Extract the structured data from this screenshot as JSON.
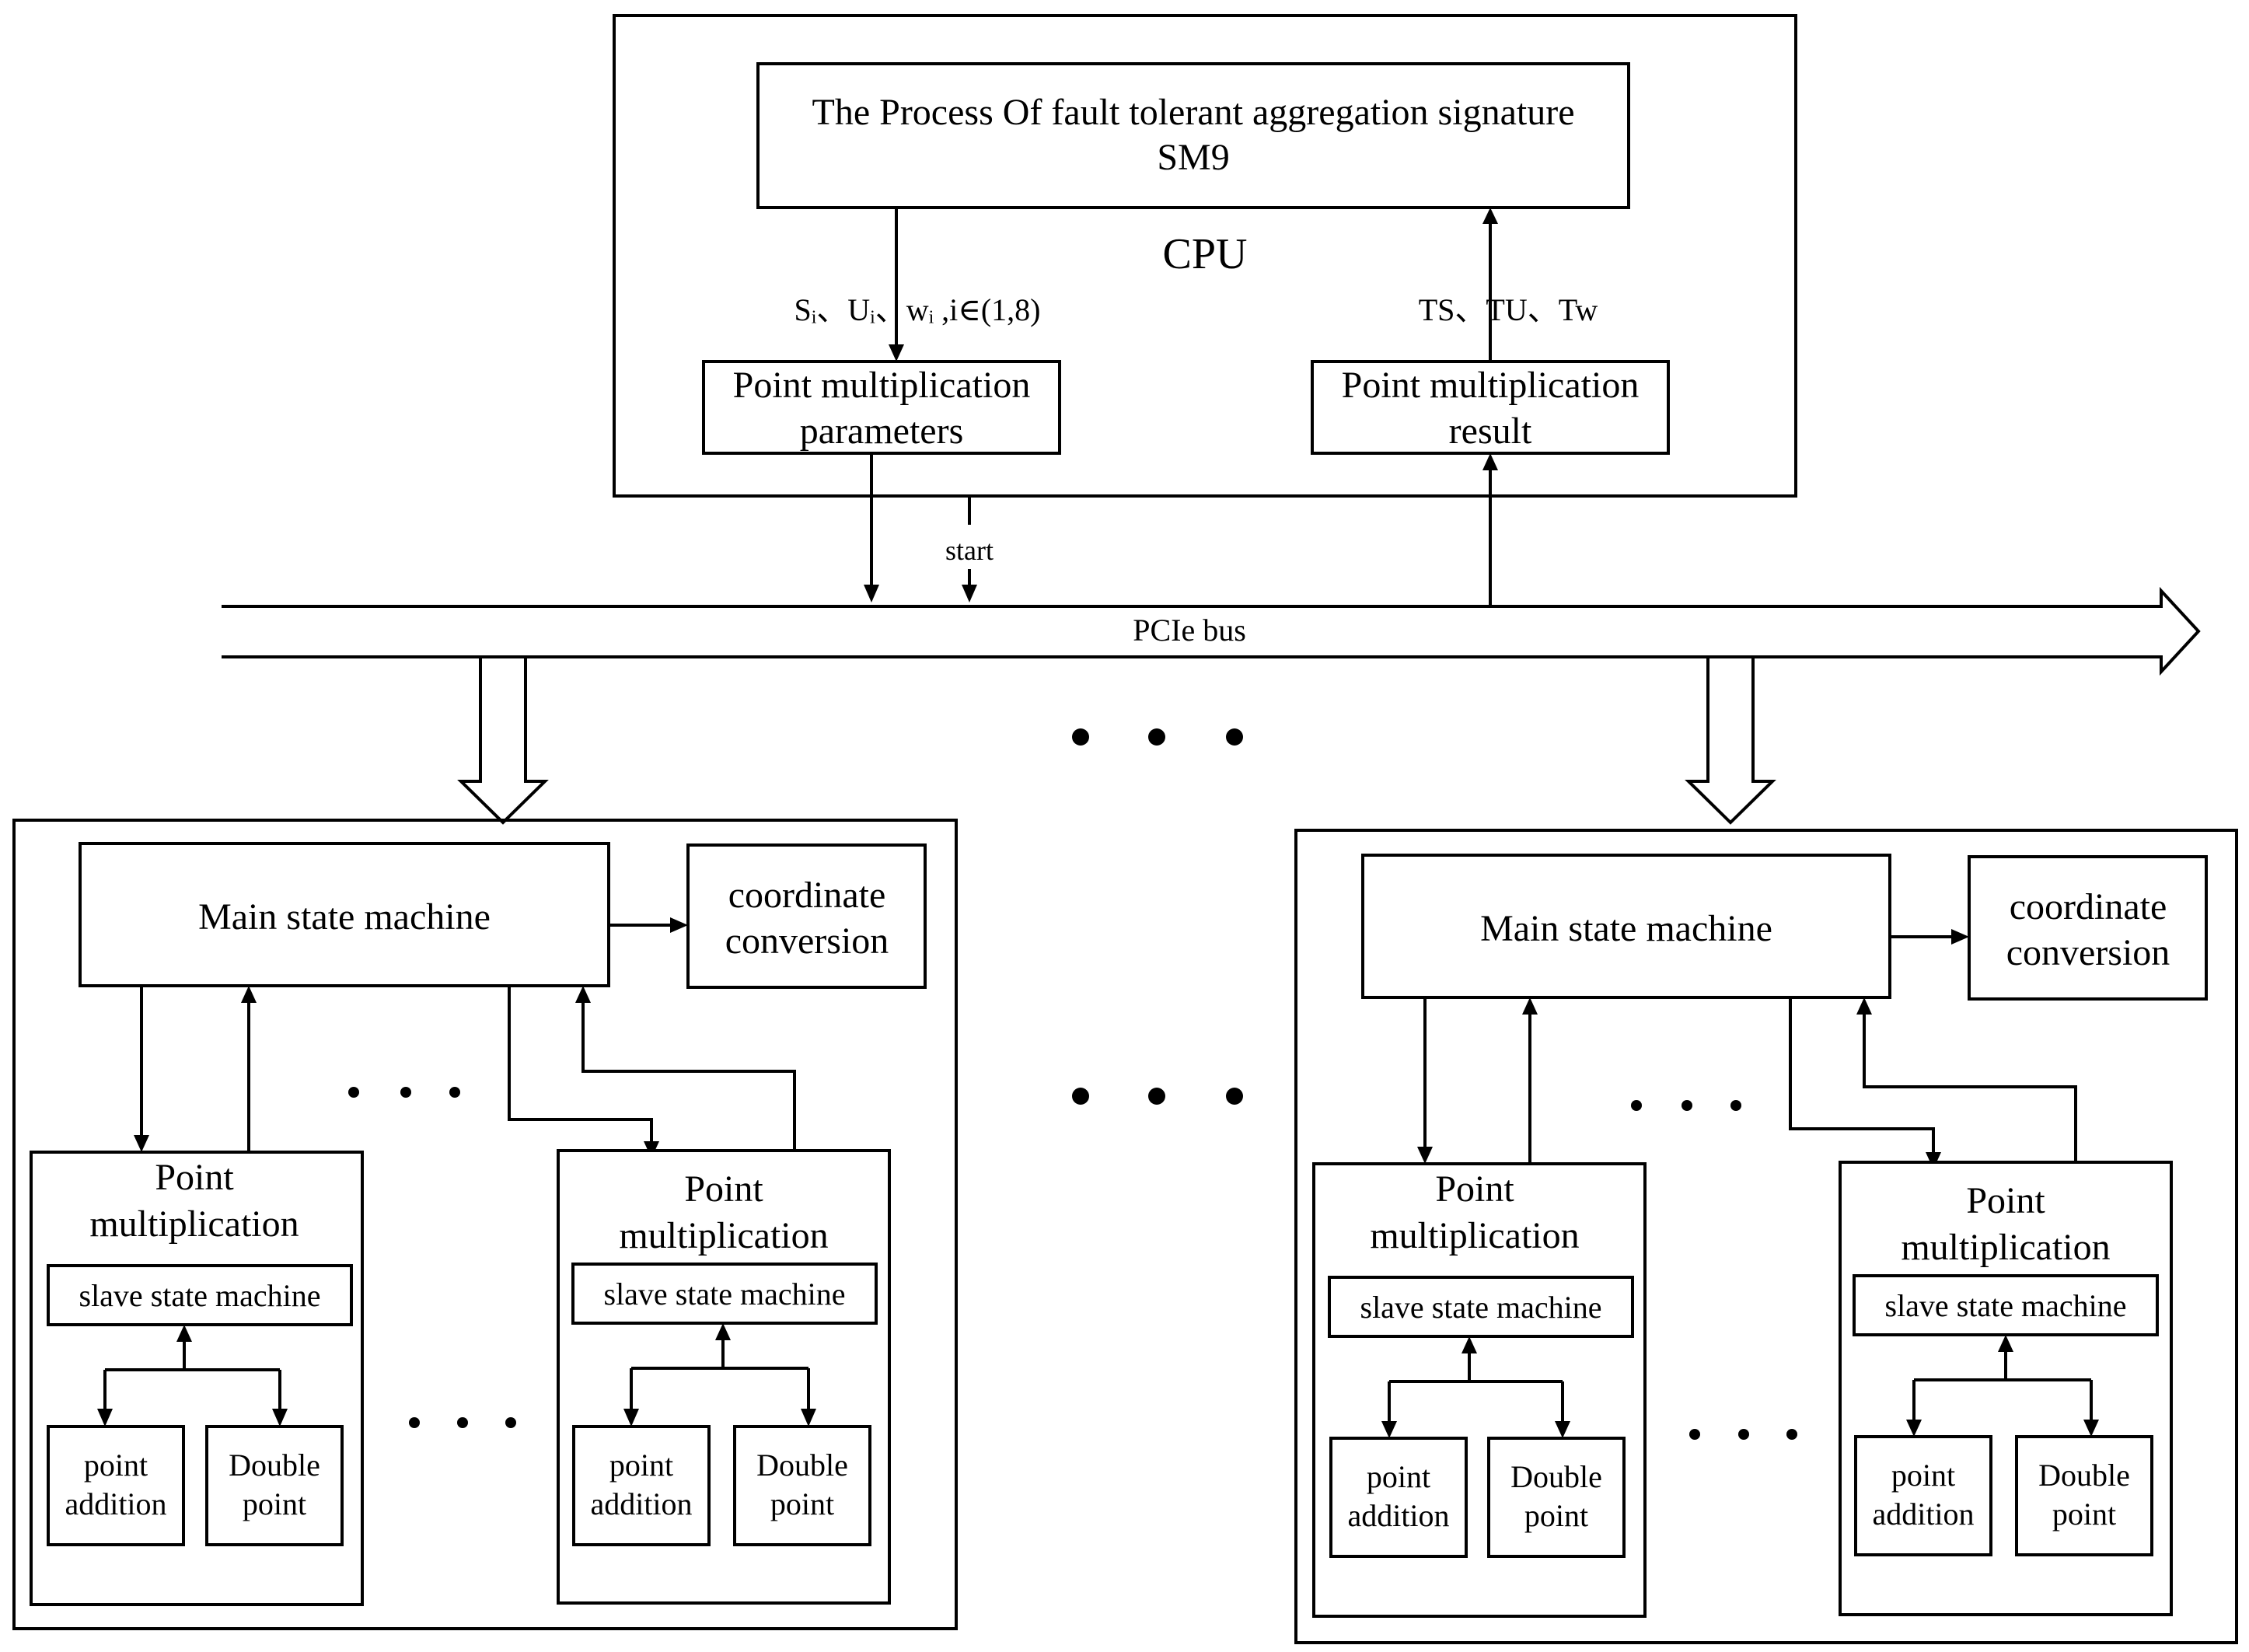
{
  "top": {
    "process_line1": "The Process Of fault tolerant aggregation signature",
    "process_line2": "SM9",
    "cpu_label": "CPU",
    "params_inputs": "Sᵢ、Uᵢ、wᵢ ,i∈(1,8)",
    "result_outputs": "TS、TU、Tw",
    "params_line1": "Point multiplication",
    "params_line2": "parameters",
    "result_line1": "Point multiplication",
    "result_line2": "result",
    "start_label": "start"
  },
  "bus": {
    "label": "PCIe bus"
  },
  "fpga_units": [
    {
      "main_sm": "Main state machine",
      "coord_line1": "coordinate",
      "coord_line2": "conversion",
      "pm_units": [
        {
          "title_line1": "Point",
          "title_line2": "multiplication",
          "slave_sm": "slave state machine",
          "add_line1": "point",
          "add_line2": "addition",
          "dbl_line1": "Double",
          "dbl_line2": "point"
        },
        {
          "title_line1": "Point",
          "title_line2": "multiplication",
          "slave_sm": "slave state machine",
          "add_line1": "point",
          "add_line2": "addition",
          "dbl_line1": "Double",
          "dbl_line2": "point"
        }
      ]
    },
    {
      "main_sm": "Main state machine",
      "coord_line1": "coordinate",
      "coord_line2": "conversion",
      "pm_units": [
        {
          "title_line1": "Point",
          "title_line2": "multiplication",
          "slave_sm": "slave state machine",
          "add_line1": "point",
          "add_line2": "addition",
          "dbl_line1": "Double",
          "dbl_line2": "point"
        },
        {
          "title_line1": "Point",
          "title_line2": "multiplication",
          "slave_sm": "slave state machine",
          "add_line1": "point",
          "add_line2": "addition",
          "dbl_line1": "Double",
          "dbl_line2": "point"
        }
      ]
    }
  ]
}
